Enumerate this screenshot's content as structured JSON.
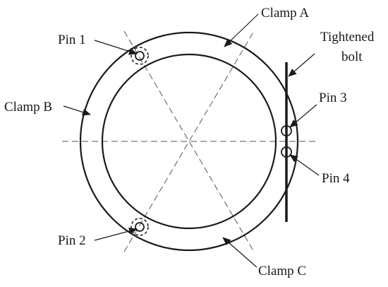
{
  "labels": {
    "clamp_a": "Clamp A",
    "clamp_b": "Clamp B",
    "clamp_c": "Clamp C",
    "pin_1": "Pin 1",
    "pin_2": "Pin 2",
    "pin_3": "Pin 3",
    "pin_4": "Pin 4",
    "bolt_line1": "Tightened",
    "bolt_line2": "bolt"
  },
  "colors": {
    "ink": "#1a1a1a",
    "centerline": "#555555",
    "background": "#ffffff"
  }
}
